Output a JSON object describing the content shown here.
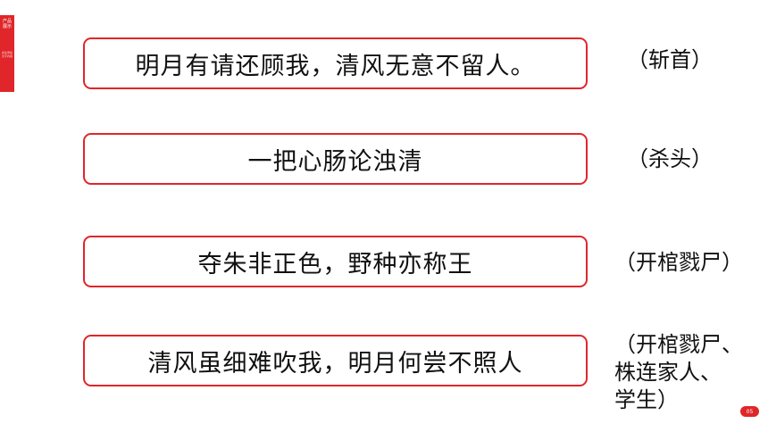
{
  "sidebar": {
    "title": "产品展示",
    "subtitle": "此处添加文字内容"
  },
  "rows": [
    {
      "text": "明月有请还顾我，清风无意不留人。",
      "note": "（斩首）"
    },
    {
      "text": "一把心肠论浊清",
      "note": "（杀头）"
    },
    {
      "text": "夺朱非正色，野种亦称王",
      "note": "（开棺戮尸）"
    },
    {
      "text": "清风虽细难吹我，明月何尝不照人",
      "note_lines": [
        "（开棺戮尸、",
        "株连家人、",
        "学生）"
      ]
    }
  ],
  "colors": {
    "accent": "#e0262a"
  },
  "page_number": "05"
}
